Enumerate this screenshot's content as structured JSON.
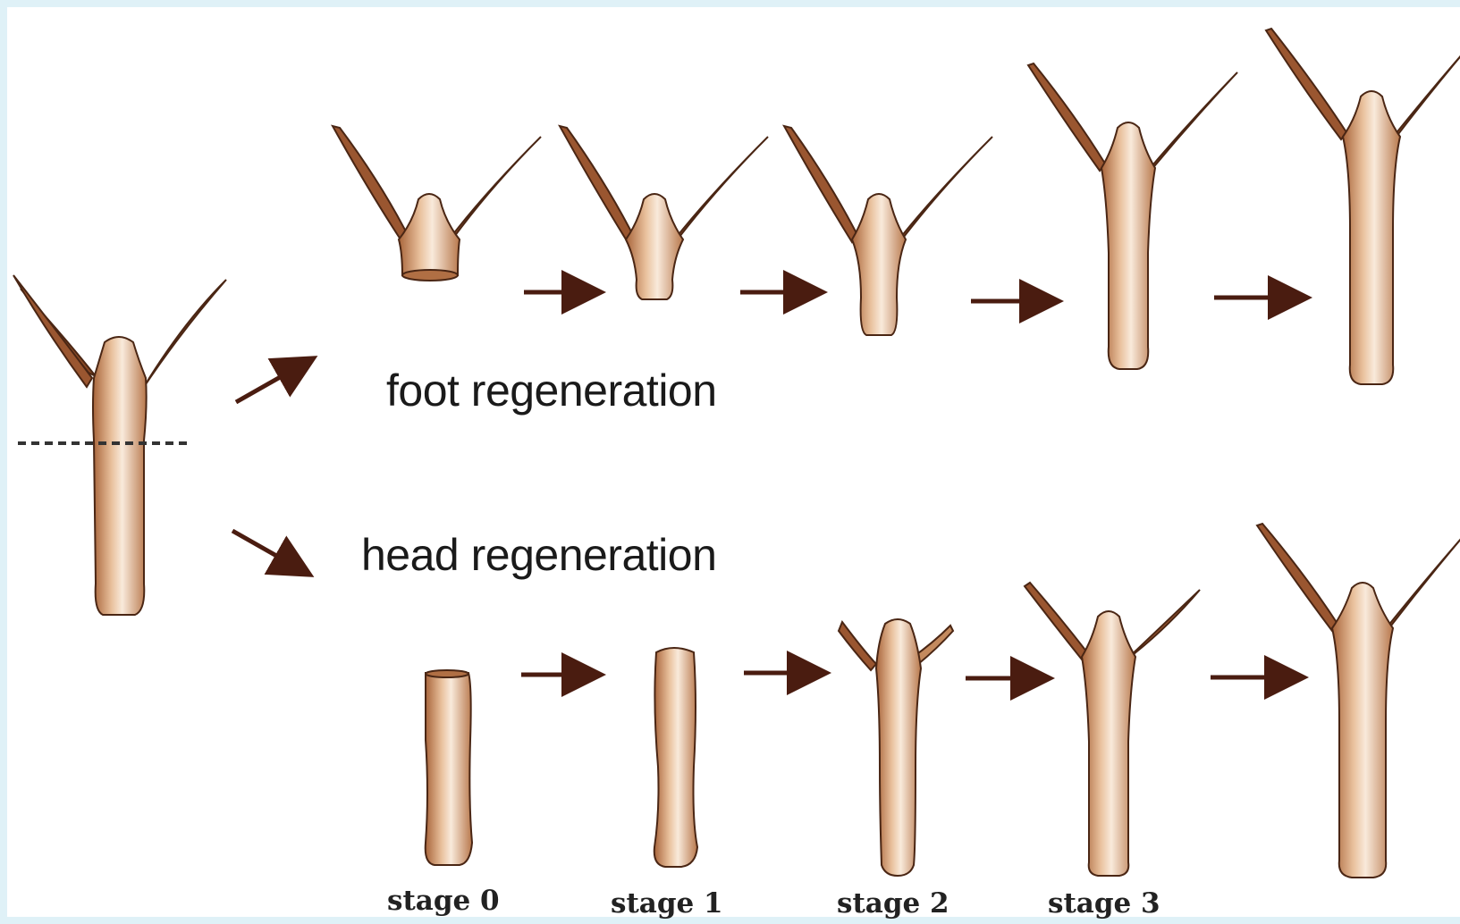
{
  "labels": {
    "foot_regeneration": "foot regeneration",
    "head_regeneration": "head regeneration"
  },
  "stages": [
    "stage 0",
    "stage 1",
    "stage 2",
    "stage 3"
  ],
  "colors": {
    "body_light": "#f6e0c8",
    "body_dark": "#b06f44",
    "outline": "#4a2614",
    "arrow": "#4a1c10",
    "cut_line": "#333333"
  }
}
